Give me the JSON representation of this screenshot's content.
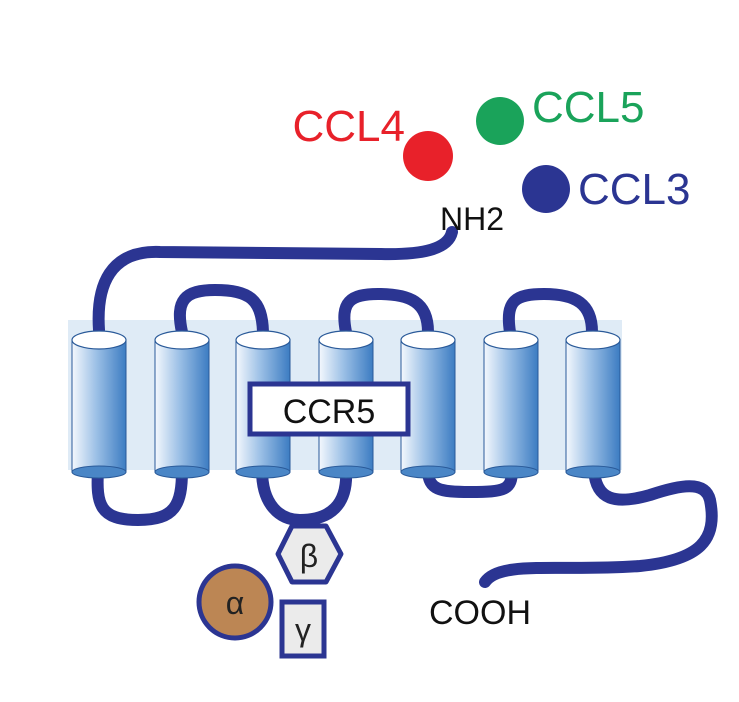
{
  "ligands": [
    {
      "name": "CCL4",
      "color": "#e8212a"
    },
    {
      "name": "CCL5",
      "color": "#1aa35a"
    },
    {
      "name": "CCL3",
      "color": "#2b3592"
    }
  ],
  "receptor": {
    "name": "CCR5",
    "n_terminus": "NH2",
    "c_terminus": "COOH",
    "transmembrane_helices": 7,
    "chain_color": "#2b3592",
    "helix_color": "#4f8fcf"
  },
  "g_protein": {
    "alpha": {
      "label": "α",
      "color": "#bc8654"
    },
    "beta": {
      "label": "β",
      "color": "#ebebeb"
    },
    "gamma": {
      "label": "γ",
      "color": "#ebebeb"
    }
  }
}
